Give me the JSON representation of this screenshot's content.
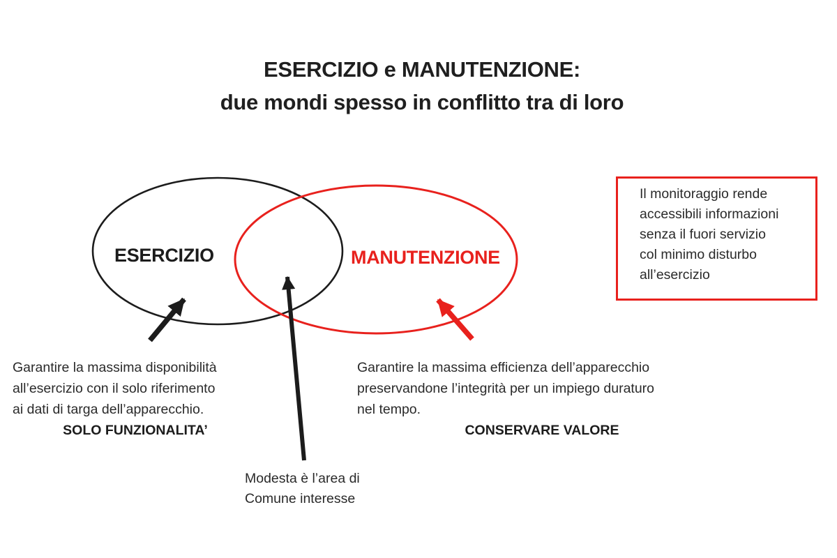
{
  "title": {
    "line1": "ESERCIZIO e MANUTENZIONE:",
    "line2": "due mondi spesso in conflitto tra di loro"
  },
  "venn": {
    "left_label": "ESERCIZIO",
    "right_label": "MANUTENZIONE"
  },
  "note_box": {
    "lines": [
      "Il monitoraggio rende",
      "accessibili informazioni",
      "senza il fuori servizio",
      "col minimo disturbo",
      "all’esercizio"
    ]
  },
  "left_note": {
    "lines": [
      "Garantire la massima disponibilità",
      "all’esercizio con il solo riferimento",
      "ai dati di targa dell’apparecchio."
    ],
    "emphasis": "SOLO FUNZIONALITA’"
  },
  "right_note": {
    "lines": [
      "Garantire la massima efficienza dell’apparecchio",
      "preservandone l’integrità per un impiego duraturo",
      "nel tempo."
    ],
    "emphasis": "CONSERVARE VALORE"
  },
  "overlap_note": {
    "lines": [
      "Modesta è l’area di",
      "Comune interesse"
    ]
  },
  "colors": {
    "black": "#1c1c1c",
    "red": "#e8211d",
    "background": "#ffffff"
  }
}
